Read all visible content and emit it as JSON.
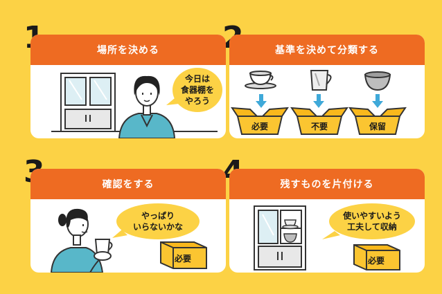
{
  "steps": [
    {
      "number": "1",
      "title": "場所を決める",
      "bubble": [
        "今日は",
        "食器棚を",
        "やろう"
      ]
    },
    {
      "number": "2",
      "title": "基準を決めて分類する",
      "boxes": [
        "必要",
        "不要",
        "保留"
      ]
    },
    {
      "number": "3",
      "title": "確認をする",
      "bubble": [
        "やっぱり",
        "いらないかな"
      ],
      "box": "必要"
    },
    {
      "number": "4",
      "title": "残すものを片付ける",
      "bubble": [
        "使いやすいよう",
        "工夫して収納"
      ],
      "box": "必要"
    }
  ],
  "colors": {
    "background": "#FCD245",
    "header": "#EE6B22",
    "box": "#FBC531",
    "arrow": "#3FA9D9",
    "shirt": "#58B7C9"
  }
}
